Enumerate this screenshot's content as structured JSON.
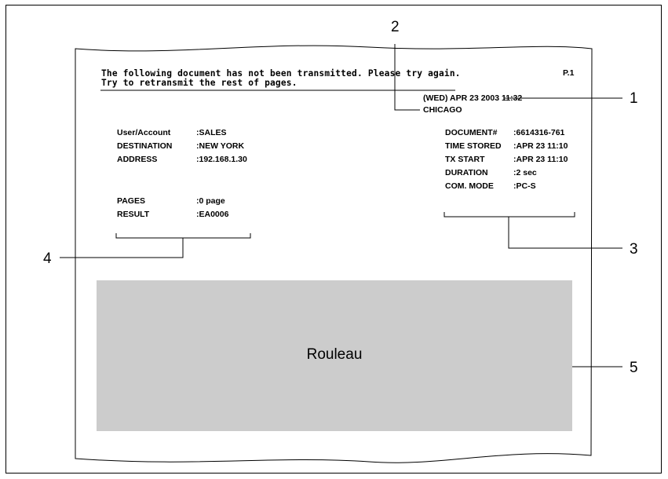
{
  "report": {
    "message_line1": "The following document has not been transmitted. Please try again.",
    "message_line2": "Try to retransmit the rest of pages.",
    "page_number": "P.1",
    "datetime": "(WED) APR 23 2003 11:32",
    "sender": "CHICAGO",
    "left_fields": [
      {
        "label": "User/Account",
        "value": ":SALES"
      },
      {
        "label": "DESTINATION",
        "value": ":NEW YORK"
      },
      {
        "label": "ADDRESS",
        "value": ":192.168.1.30"
      },
      {
        "label": "PAGES",
        "value": ":0 page"
      },
      {
        "label": "RESULT",
        "value": ":EA0006"
      }
    ],
    "right_fields": [
      {
        "label": "DOCUMENT#",
        "value": ":6614316-761"
      },
      {
        "label": "TIME STORED",
        "value": ":APR 23 11:10"
      },
      {
        "label": "TX START",
        "value": ":APR 23 11:10"
      },
      {
        "label": "DURATION",
        "value": ":2 sec"
      },
      {
        "label": "COM. MODE",
        "value": ":PC-S"
      }
    ]
  },
  "roll_label": "Rouleau",
  "callouts": [
    "1",
    "2",
    "3",
    "4",
    "5"
  ]
}
